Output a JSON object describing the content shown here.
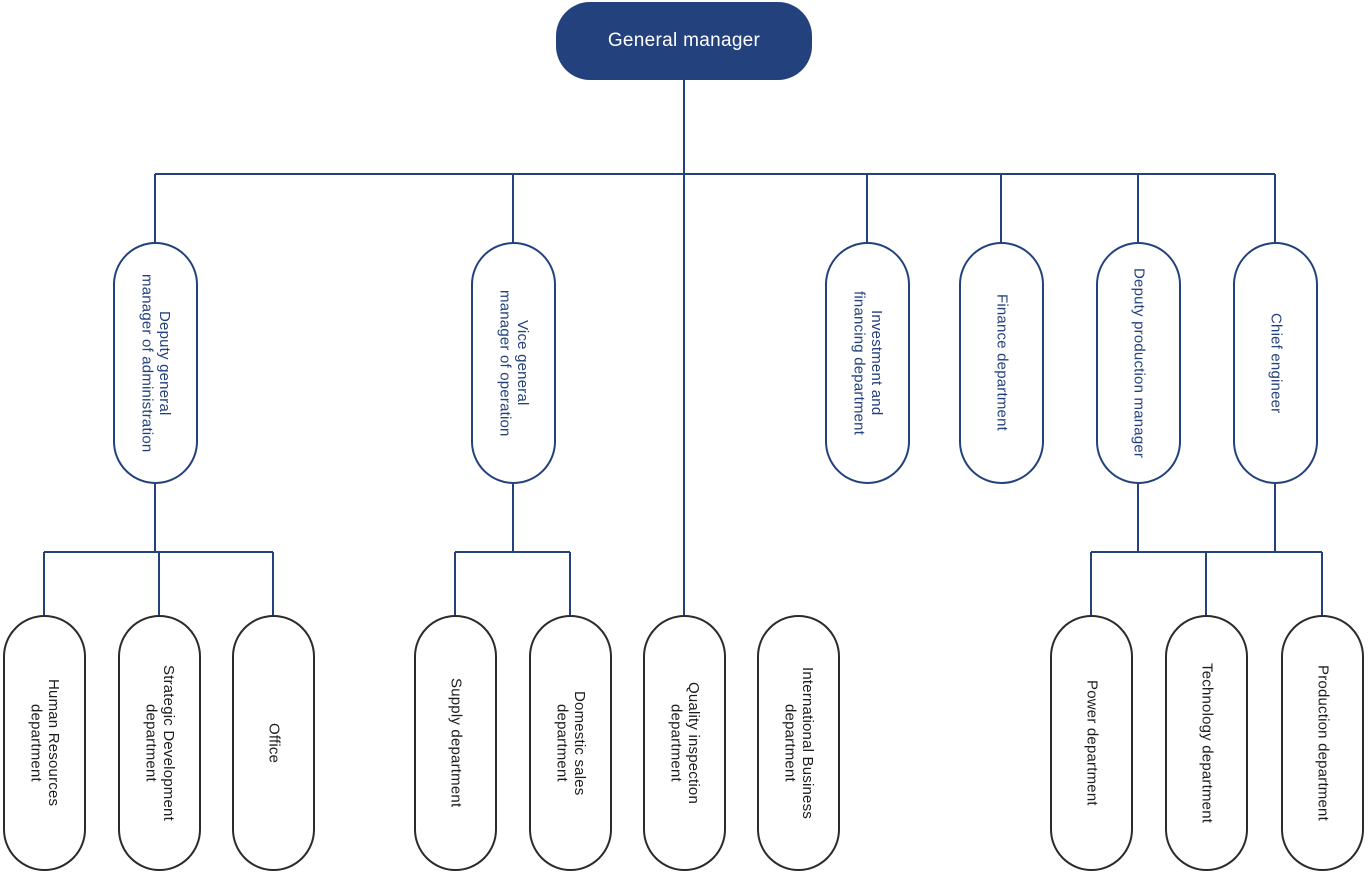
{
  "diagram": {
    "title": "General manager organizational chart",
    "type": "organizational-chart",
    "colors": {
      "root_fill": "#23417d",
      "root_text": "#ffffff",
      "level2_border": "#23417d",
      "level2_text": "#23417d",
      "level3_border": "#2b2b2b",
      "level3_text": "#1c1c1c",
      "connector": "#23417d",
      "background": "#ffffff"
    }
  },
  "root": {
    "id": "general-manager",
    "label": "General manager",
    "orientation": "horizontal"
  },
  "level2": [
    {
      "id": "deputy-general-manager-of-administration",
      "label": "Deputy general\nmanager of administration",
      "orientation": "vertical"
    },
    {
      "id": "vice-general-manager-of-operation",
      "label": "Vice general\nmanager of operation",
      "orientation": "vertical"
    },
    {
      "id": "investment-and-financing-department",
      "label": "Investment and\nfinancing department",
      "orientation": "vertical"
    },
    {
      "id": "finance-department",
      "label": "Finance department",
      "orientation": "vertical"
    },
    {
      "id": "deputy-production-manager",
      "label": "Deputy production manager",
      "orientation": "vertical"
    },
    {
      "id": "chief-engineer",
      "label": "Chief engineer",
      "orientation": "vertical"
    }
  ],
  "level3": [
    {
      "id": "human-resources-department",
      "label": "Human Resources\ndepartment",
      "orientation": "vertical",
      "parent": "deputy-general-manager-of-administration"
    },
    {
      "id": "strategic-development-department",
      "label": "Strategic Development\ndepartment",
      "orientation": "vertical",
      "parent": "deputy-general-manager-of-administration"
    },
    {
      "id": "office",
      "label": "Office",
      "orientation": "vertical",
      "parent": "deputy-general-manager-of-administration"
    },
    {
      "id": "supply-department",
      "label": "Supply department",
      "orientation": "vertical",
      "parent": "vice-general-manager-of-operation"
    },
    {
      "id": "domestic-sales-department",
      "label": "Domestic sales\ndepartment",
      "orientation": "vertical",
      "parent": "vice-general-manager-of-operation"
    },
    {
      "id": "quality-inspection-department",
      "label": "Quality inspection\ndepartment",
      "orientation": "vertical",
      "parent": "general-manager"
    },
    {
      "id": "international-business-department",
      "label": "International Business\ndepartment",
      "orientation": "vertical",
      "parent": ""
    },
    {
      "id": "power-department",
      "label": "Power department",
      "orientation": "vertical",
      "parent": "deputy-production-manager"
    },
    {
      "id": "technology-department",
      "label": "Technology department",
      "orientation": "vertical",
      "parent": "deputy-production-manager"
    },
    {
      "id": "production-department",
      "label": "Production department",
      "orientation": "vertical",
      "parent": "chief-engineer"
    }
  ]
}
